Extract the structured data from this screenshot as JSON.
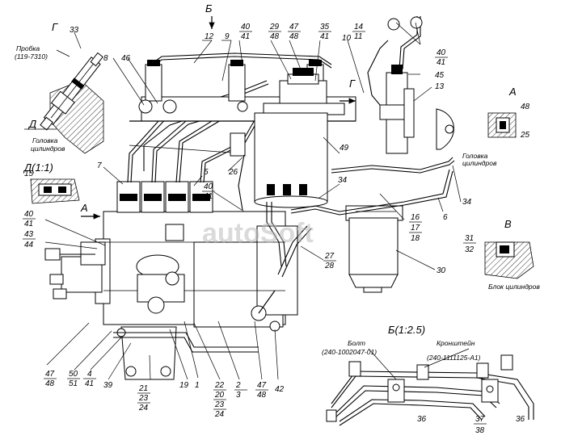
{
  "watermark": "autoSoft",
  "views": {
    "G": "Г",
    "D": "Д",
    "D_scale": "Д(1:1)",
    "A": "А",
    "B": "Б",
    "V": "В",
    "B_scale": "Б(1:2.5)"
  },
  "notes": {
    "plug_name": "Пробка",
    "plug_code": "(119-7310)",
    "head_cyl_1a": "Головка",
    "head_cyl_1b": "цилиндров",
    "head_cyl_2a": "Головка",
    "head_cyl_2b": "цилиндров",
    "block_cyl": "Блок цилиндров",
    "bolt_name": "Болт",
    "bolt_code": "(240-1002047-01)",
    "bracket_name": "Кронштейн",
    "bracket_code": "(240-1111125-А1)"
  },
  "callouts": {
    "c33": "33",
    "c12": "12",
    "c9": "9",
    "c40a": "40",
    "c41a": "41",
    "c29": "29",
    "c48a": "48",
    "c47a": "47",
    "c48b": "48",
    "c35": "35",
    "c41b": "41",
    "c14": "14",
    "c11": "11",
    "c10": "10",
    "c40b": "40",
    "c41c": "41",
    "c45": "45",
    "c13": "13",
    "c8": "8",
    "c46": "46",
    "c49": "49",
    "c48c": "48",
    "c25": "25",
    "c15": "15",
    "c7": "7",
    "c5": "5",
    "c26": "26",
    "c40c": "40",
    "c41d": "41",
    "c34a": "34",
    "c34b": "34",
    "c6": "6",
    "c16": "16",
    "c17": "17",
    "c18": "18",
    "c40d": "40",
    "c41e": "41",
    "c43": "43",
    "c44": "44",
    "c27": "27",
    "c28": "28",
    "c30": "30",
    "c31": "31",
    "c32": "32",
    "c47b": "47",
    "c48d": "48",
    "c50": "50",
    "c51": "51",
    "c4": "4",
    "c41f": "41",
    "c39": "39",
    "c21": "21",
    "c23a": "23",
    "c24a": "24",
    "c19": "19",
    "c1": "1",
    "c22": "22",
    "c20": "20",
    "c23b": "23",
    "c24b": "24",
    "c2": "2",
    "c3": "3",
    "c47c": "47",
    "c48e": "48",
    "c42": "42",
    "c36a": "36",
    "c37": "37",
    "c38": "38",
    "c36b": "36"
  }
}
